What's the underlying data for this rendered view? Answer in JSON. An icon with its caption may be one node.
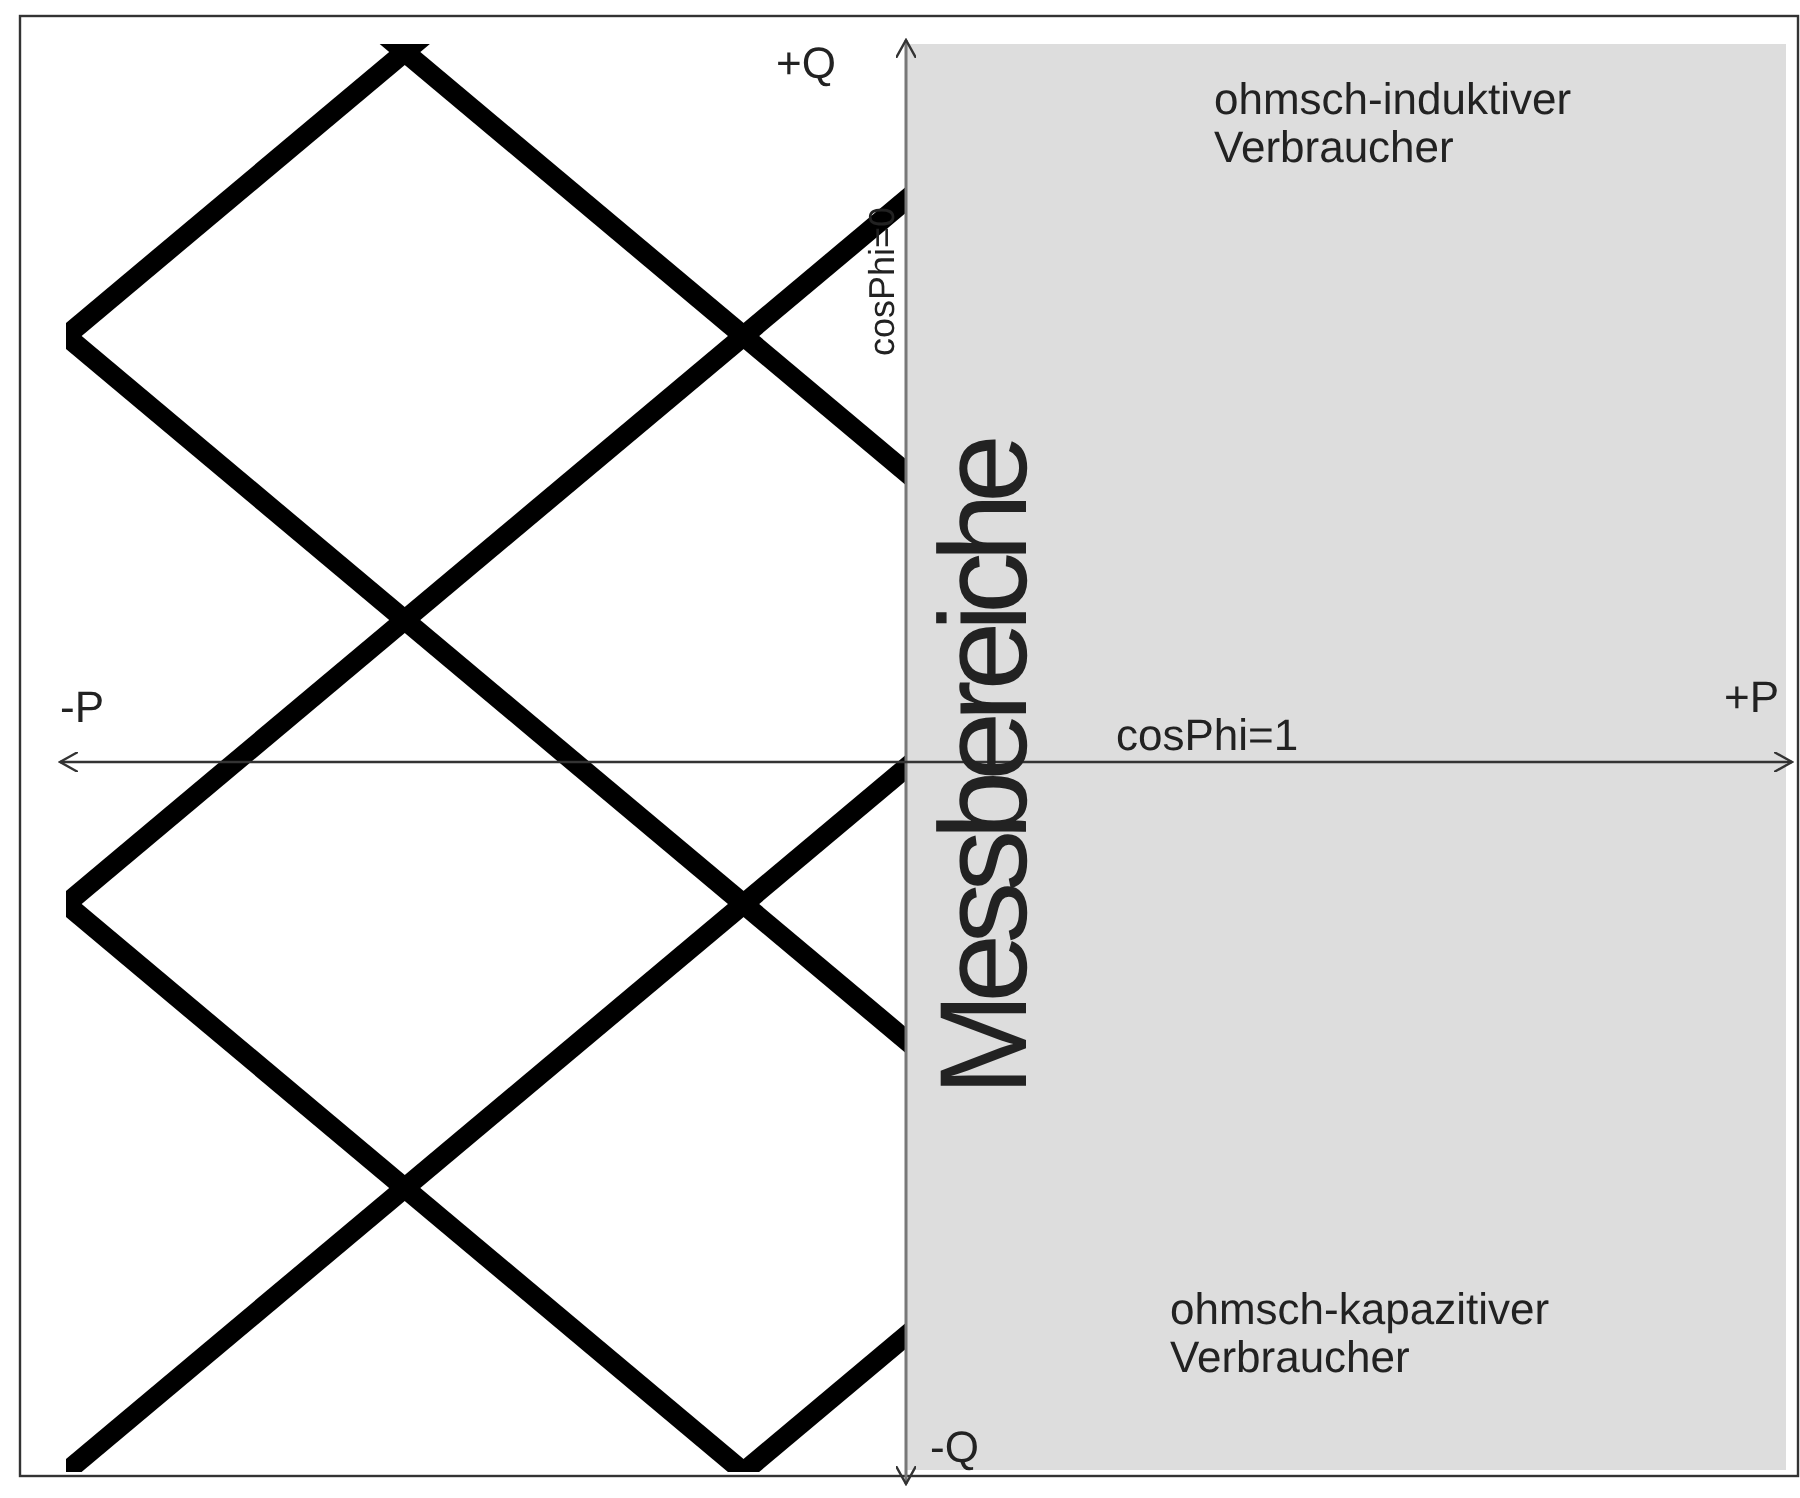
{
  "diagram": {
    "labels": [
      "+Q",
      "ohmsch-induktiver Verbraucher",
      "cosPhi=0",
      "-P",
      "Messbereiche",
      "+P",
      "cosPhi=1",
      "ohmsch-kapazitiver Verbraucher",
      "-Q"
    ]
  }
}
